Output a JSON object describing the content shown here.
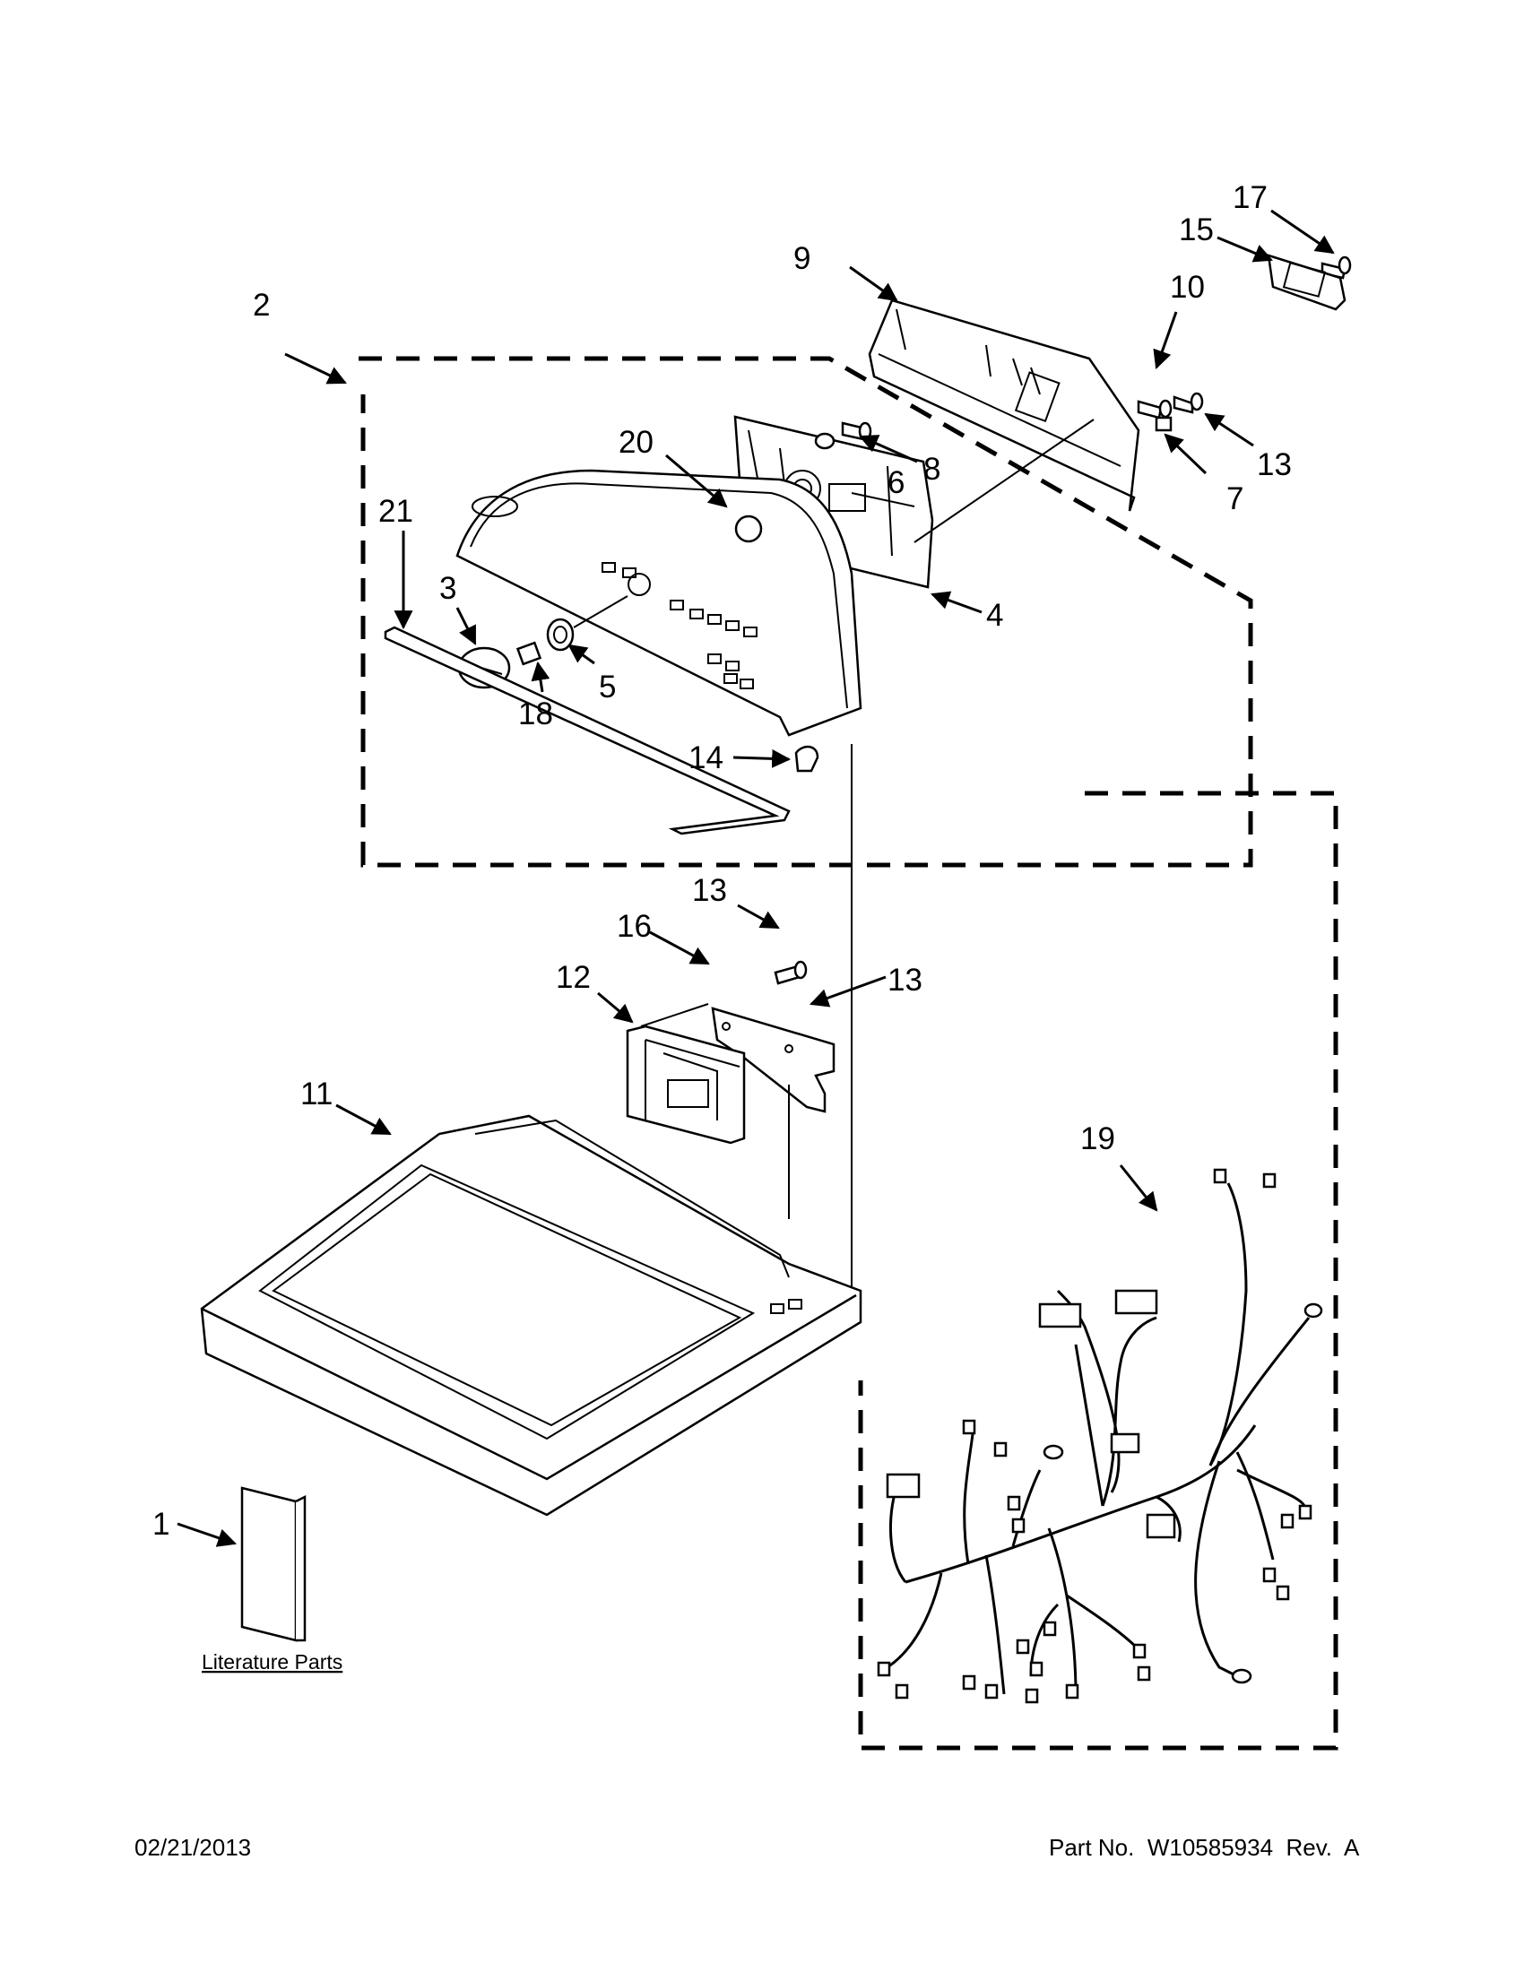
{
  "callouts": {
    "c1": "1",
    "c2": "2",
    "c3": "3",
    "c4": "4",
    "c5": "5",
    "c6": "6",
    "c7": "7",
    "c8": "8",
    "c9": "9",
    "c10": "10",
    "c11": "11",
    "c12": "12",
    "c13a": "13",
    "c13b": "13",
    "c13c": "13",
    "c14": "14",
    "c15": "15",
    "c16": "16",
    "c17": "17",
    "c18": "18",
    "c19": "19",
    "c20": "20",
    "c21": "21"
  },
  "literature_label": "Literature Parts",
  "footer": {
    "date": "02/21/2013",
    "part_number": "Part No.  W10585934  Rev.  A"
  }
}
